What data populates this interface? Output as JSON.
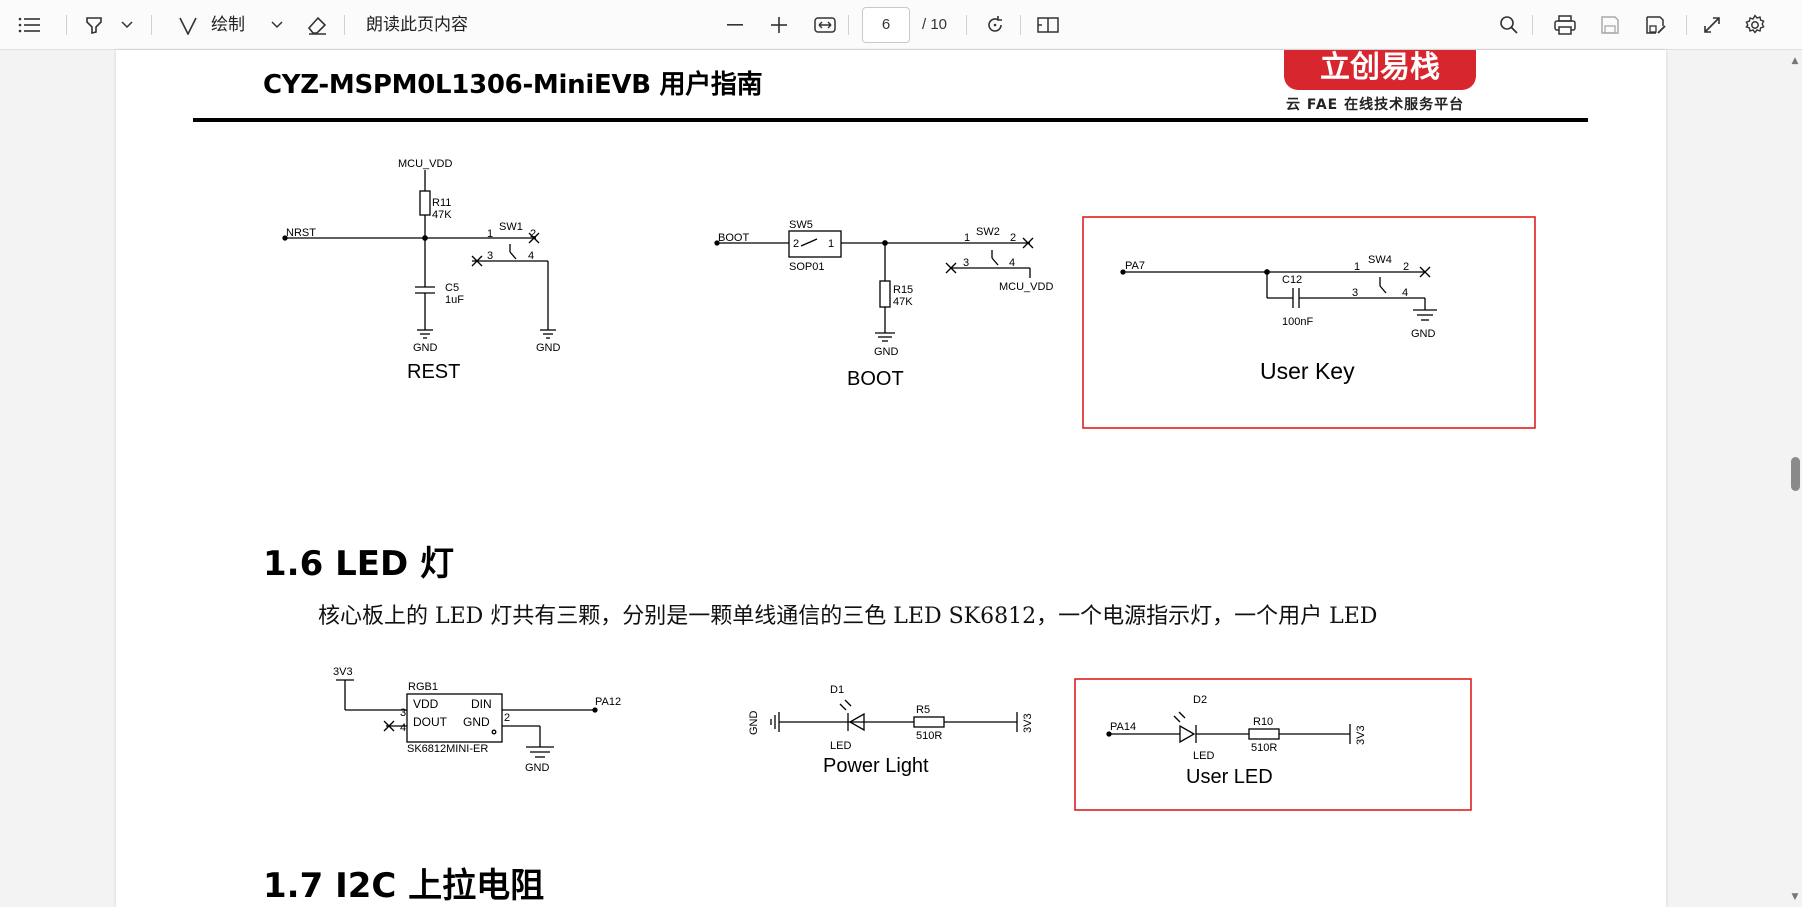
{
  "toolbar": {
    "draw_label": "绘制",
    "read_aloud_label": "朗读此页内容",
    "page_current": "6",
    "page_total": "/ 10"
  },
  "page": {
    "doc_title": "CYZ-MSPM0L1306-MiniEVB 用户指南",
    "logo_text": "立创易栈",
    "logo_subtitle": "云 FAE 在线技术服务平台",
    "section_16_title": "1.6 LED 灯",
    "section_16_body": "核心板上的 LED 灯共有三颗，分别是一颗单线通信的三色 LED SK6812，一个电源指示灯，一个用户 LED",
    "section_17_title": "1.7   I2C 上拉电阻"
  },
  "schematics": {
    "reset": {
      "caption": "REST",
      "labels": [
        "MCU_VDD",
        "R11",
        "47K",
        "NRST",
        "SW1",
        "1",
        "2",
        "3",
        "4",
        "C5",
        "1uF",
        "GND",
        "GND"
      ]
    },
    "boot": {
      "caption": "BOOT",
      "labels": [
        "BOOT",
        "SW5",
        "2",
        "1",
        "SOP01",
        "R15",
        "47K",
        "GND",
        "SW2",
        "1",
        "2",
        "3",
        "4",
        "MCU_VDD"
      ]
    },
    "user_key": {
      "caption": "User Key",
      "labels": [
        "PA7",
        "C12",
        "100nF",
        "SW4",
        "1",
        "2",
        "3",
        "4",
        "GND"
      ]
    },
    "rgb": {
      "labels": [
        "3V3",
        "RGB1",
        "VDD",
        "DIN",
        "DOUT",
        "GND",
        "3",
        "4",
        "2",
        "SK6812MINI-ER",
        "PA12",
        "GND"
      ]
    },
    "power_light": {
      "caption": "Power Light",
      "labels": [
        "GND",
        "D1",
        "LED",
        "R5",
        "510R",
        "3V3"
      ]
    },
    "user_led": {
      "caption": "User LED",
      "labels": [
        "PA14",
        "D2",
        "LED",
        "R10",
        "510R",
        "3V3"
      ]
    }
  },
  "colors": {
    "highlight_box": "#e02020",
    "logo_red": "#d8262e"
  }
}
